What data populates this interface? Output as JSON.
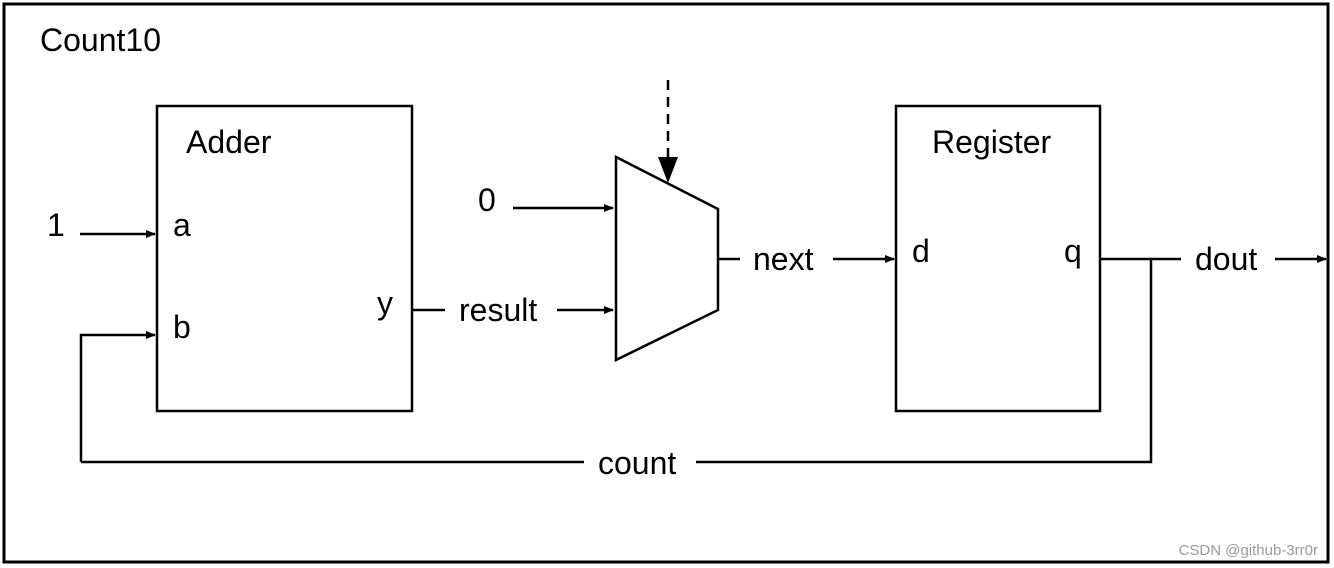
{
  "diagram": {
    "title": "Count10",
    "adder": {
      "title": "Adder",
      "port_a": "a",
      "port_b": "b",
      "port_y": "y"
    },
    "register": {
      "title": "Register",
      "port_d": "d",
      "port_q": "q"
    },
    "signals": {
      "const_one": "1",
      "const_zero": "0",
      "result": "result",
      "next": "next",
      "dout": "dout",
      "count": "count"
    },
    "watermark": "CSDN @github-3rr0r",
    "colors": {
      "line": "#000000",
      "background": "#ffffff",
      "watermark": "#9a9a9a"
    }
  }
}
